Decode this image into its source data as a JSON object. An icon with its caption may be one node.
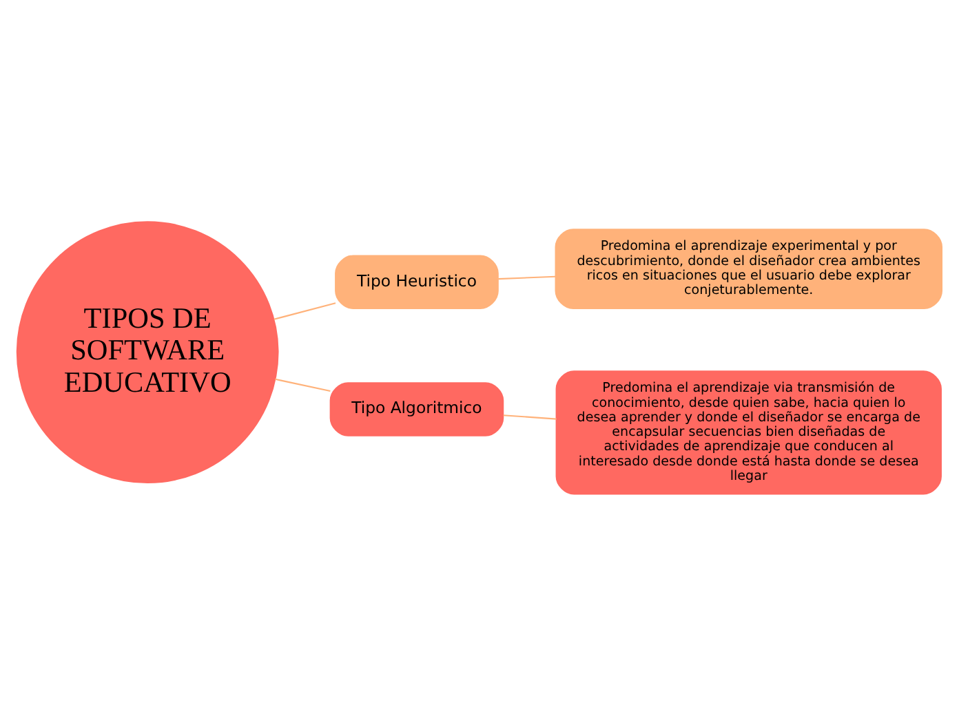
{
  "diagram": {
    "nodes": [
      {
        "text": [
          "TIPOS DE SOFTWARE EDUCATIVO"
        ]
      },
      {
        "text": [
          "Tipo Heuristico"
        ]
      },
      {
        "text": [
          "Predomina el aprendizaje experimental y por descubrimiento, donde el diseñador crea ambientes ricos en situaciones que el usuario debe explorar conjeturablemente."
        ]
      },
      {
        "text": [
          "Tipo Algoritmico"
        ]
      },
      {
        "text": [
          "Predomina el aprendizaje via transmisión de conocimiento, desde quien sabe, hacia quien lo desea aprender y donde el diseñador se encarga de encapsular secuencias bien diseñadas de actividades de aprendizaje que conducen al interesado desde donde está hasta donde se desea llegar"
        ]
      }
    ],
    "edges": [
      {
        "from": 0,
        "to": 1,
        "arrow": "none"
      },
      {
        "from": 1,
        "to": 2,
        "arrow": "none"
      },
      {
        "from": 0,
        "to": 3,
        "arrow": "none"
      },
      {
        "from": 3,
        "to": 4,
        "arrow": "none"
      }
    ]
  }
}
